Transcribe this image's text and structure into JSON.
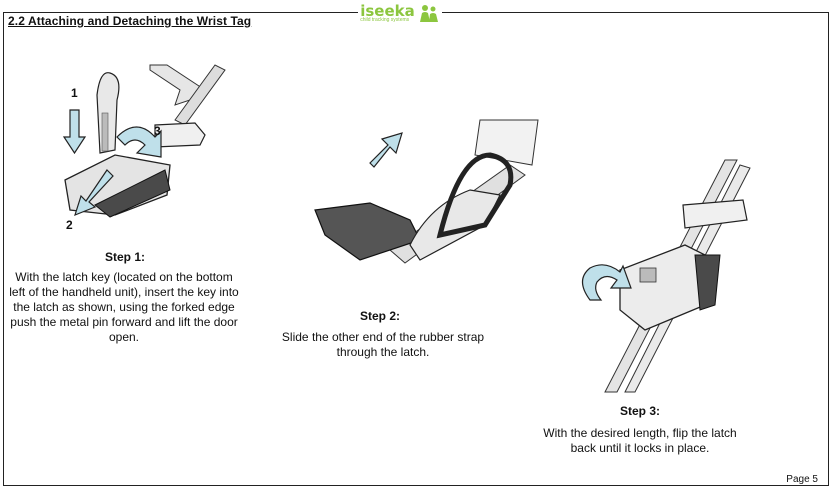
{
  "header": {
    "section_title": "2.2  Attaching and Detaching the Wrist Tag",
    "logo_text": "iseeka",
    "logo_tagline": "child tracking systems"
  },
  "step1": {
    "title": "Step 1:",
    "text": "With the latch key (located on the bottom left of the handheld unit), insert the key into the latch as shown, using the forked edge push the metal pin forward and lift the door open.",
    "markers": [
      "1",
      "2",
      "3"
    ]
  },
  "step2": {
    "title": "Step 2:",
    "text": "Slide the other end of the rubber strap through the latch."
  },
  "step3": {
    "title": "Step 3:",
    "text": "With the desired length, flip the latch back until it locks in place."
  },
  "footer": {
    "page": "Page 5"
  },
  "colors": {
    "logo_green": "#8cc63f",
    "arrow_fill": "#bfe0ea",
    "border": "#222222"
  }
}
